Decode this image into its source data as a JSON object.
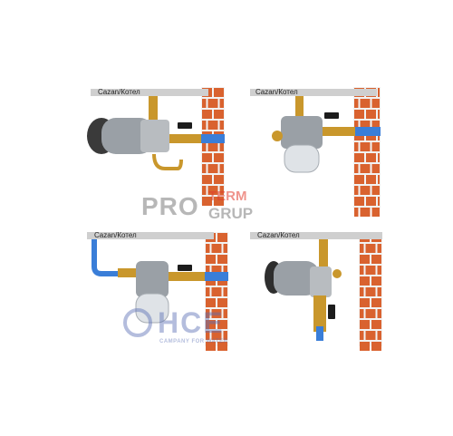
{
  "panels": [
    {
      "pipe_label": "Cazan/Котел",
      "variant": "horizontal-left"
    },
    {
      "pipe_label": "Cazan/Котел",
      "variant": "vertical-down"
    },
    {
      "pipe_label": "Cazan/Котел",
      "variant": "vertical-blue-loop"
    },
    {
      "pipe_label": "Cazan/Котел",
      "variant": "horizontal-up"
    }
  ],
  "watermarks": {
    "brand_1a": "PRO",
    "brand_1b": "TERM",
    "brand_1c": "GRUP",
    "brand_2": "HCE",
    "brand_2_sub": "CAMPANY FOR WATER"
  },
  "colors": {
    "brick": "#d9622f",
    "mortar": "#f2f2f2",
    "pipe_gray": "#cfcfcf",
    "pipe_blue": "#3a7ed8",
    "brass": "#c9972c",
    "steel": "#9aa0a6",
    "valve_handle": "#1c1c1c",
    "brand_red": "#e23b2e",
    "brand_gray": "#7d7d7d",
    "brand_blue": "#5a6fb5"
  }
}
